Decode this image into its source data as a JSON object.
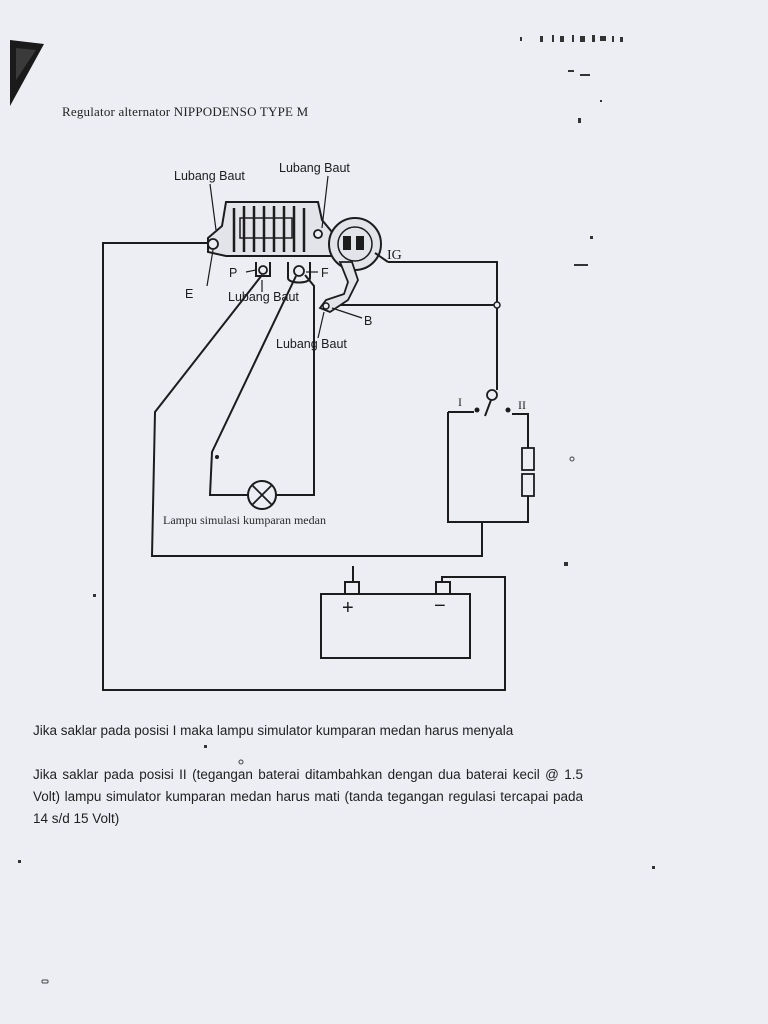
{
  "document": {
    "title": "Regulator alternator NIPPODENSO TYPE M"
  },
  "diagram": {
    "labels": {
      "lubang_baut_1": "Lubang Baut",
      "lubang_baut_2": "Lubang Baut",
      "lubang_baut_3": "Lubang Baut",
      "lubang_baut_4": "Lubang Baut",
      "terminal_e": "E",
      "terminal_p": "P",
      "terminal_f": "F",
      "terminal_ig": "IG",
      "terminal_b": "B",
      "switch_pos_1": "I",
      "switch_pos_2": "II",
      "lamp_caption": "Lampu simulasi kumparan medan",
      "battery_plus": "+",
      "battery_minus": "−"
    }
  },
  "instructions": {
    "paragraph_1": "Jika saklar pada posisi I maka lampu simulator kumparan medan harus menyala",
    "paragraph_2": "Jika saklar pada posisi II (tegangan baterai ditambahkan dengan dua baterai kecil @ 1.5 Volt) lampu simulator kumparan medan harus mati (tanda tegangan regulasi tercapai pada 14 s/d 15 Volt)"
  }
}
